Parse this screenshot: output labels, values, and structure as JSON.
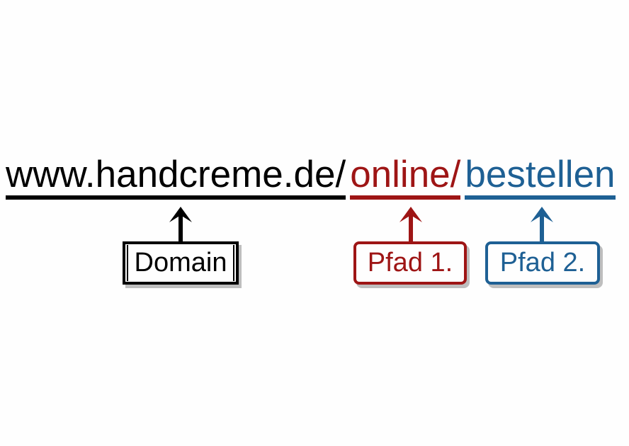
{
  "url": {
    "full": "www.handcreme.de/online/bestellen",
    "segments": [
      {
        "name": "domain",
        "text": "www.handcreme.de/",
        "color": "#000000"
      },
      {
        "name": "pfad1",
        "text": "online/",
        "color": "#9e1515"
      },
      {
        "name": "pfad2",
        "text": "bestellen",
        "color": "#1e6094"
      }
    ]
  },
  "labels": [
    {
      "name": "domain",
      "text": "Domain",
      "color": "#000000"
    },
    {
      "name": "pfad1",
      "text": "Pfad 1.",
      "color": "#9e1515"
    },
    {
      "name": "pfad2",
      "text": "Pfad 2.",
      "color": "#1e6094"
    }
  ],
  "icons": [
    {
      "name": "domain-up-arrow",
      "color": "#000000"
    },
    {
      "name": "pfad1-up-arrow",
      "color": "#9e1515"
    },
    {
      "name": "pfad2-up-arrow",
      "color": "#1e6094"
    }
  ],
  "colors": {
    "black": "#000000",
    "dark_red": "#9e1515",
    "steel_blue": "#1e6094",
    "shadow": "rgba(0,0,0,0.25)",
    "background": "#fefefe"
  }
}
